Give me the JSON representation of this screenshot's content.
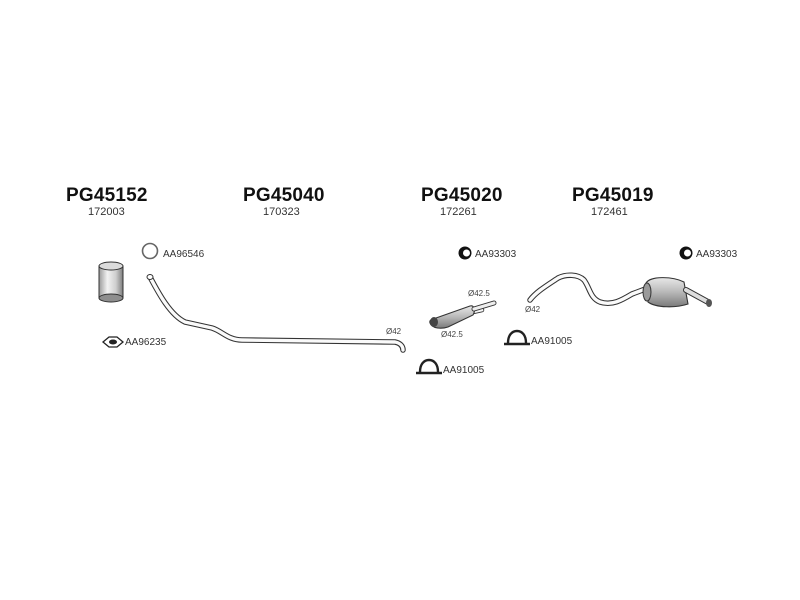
{
  "groups": [
    {
      "code": "PG45152",
      "sub": "172003"
    },
    {
      "code": "PG45040",
      "sub": "170323"
    },
    {
      "code": "PG45020",
      "sub": "172261"
    },
    {
      "code": "PG45019",
      "sub": "172461"
    }
  ],
  "accessories": {
    "ring_ref": "AA96546",
    "gasket_ref": "AA96235",
    "mount_ref_1": "AA93303",
    "mount_ref_2": "AA93303",
    "clamp_ref_1": "AA91005",
    "clamp_ref_2": "AA91005"
  },
  "dimensions": {
    "pipe": "Ø42",
    "mid_in": "Ø42.5",
    "mid_out": "Ø42.5",
    "rear": "Ø42"
  }
}
